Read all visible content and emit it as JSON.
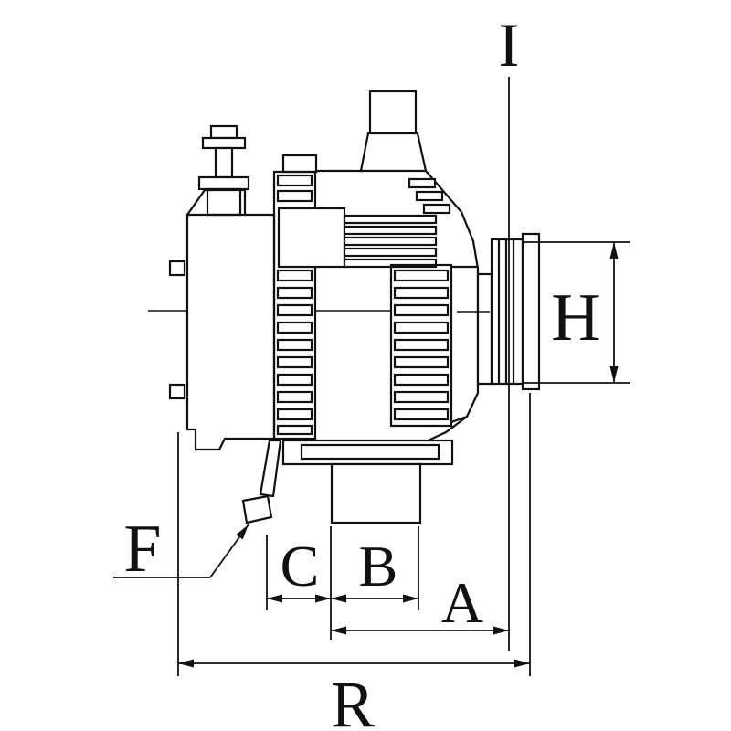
{
  "diagram": {
    "type": "technical-drawing",
    "subject": "alternator-side-view-dimensional-drawing",
    "colors": {
      "line": "#111111",
      "background": "#ffffff"
    },
    "dimensions": {
      "i": "I",
      "h": "H",
      "f": "F",
      "c": "C",
      "b": "B",
      "a": "A",
      "r": "R"
    }
  }
}
